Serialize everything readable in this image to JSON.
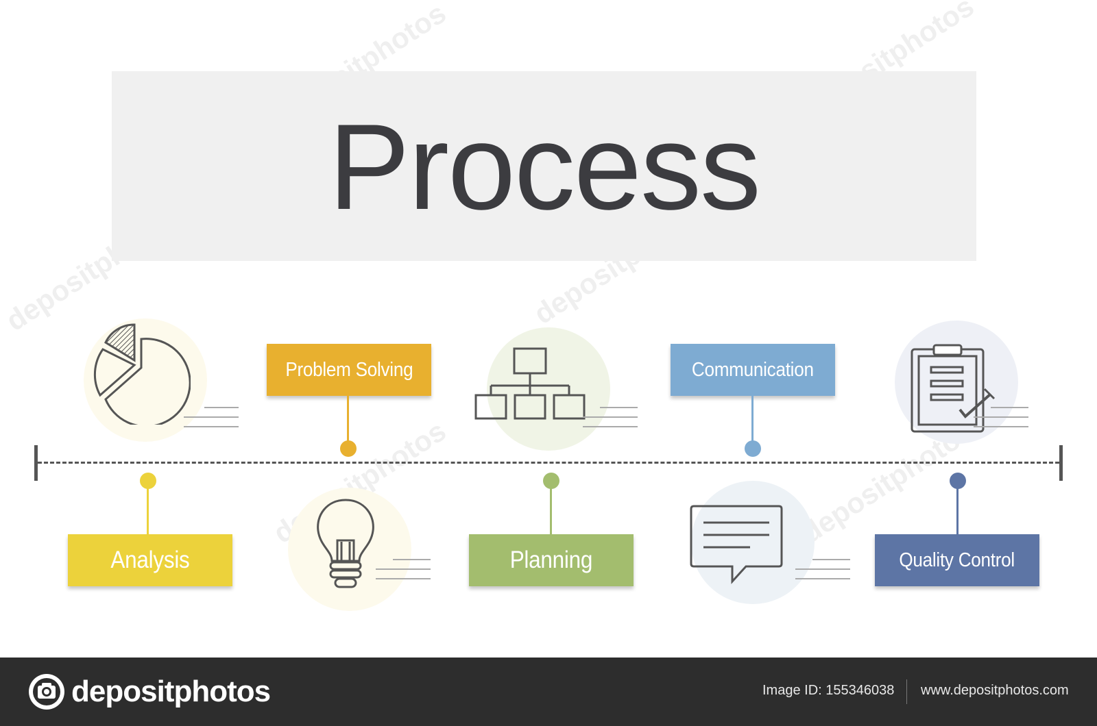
{
  "title": "Process",
  "steps": [
    {
      "label": "Analysis",
      "icon": "pie-chart-icon",
      "color": "#ecd23b"
    },
    {
      "label": "Problem Solving",
      "icon": "lightbulb-icon",
      "color": "#e8b02f"
    },
    {
      "label": "Planning",
      "icon": "org-chart-icon",
      "color": "#a3bd6e"
    },
    {
      "label": "Communication",
      "icon": "speech-bubble-icon",
      "color": "#7eabd2"
    },
    {
      "label": "Quality Control",
      "icon": "clipboard-check-icon",
      "color": "#5d75a5"
    }
  ],
  "watermark": "depositphotos",
  "footer": {
    "brand": "depositphotos",
    "image_id": "Image ID: 155346038",
    "url": "www.depositphotos.com"
  }
}
